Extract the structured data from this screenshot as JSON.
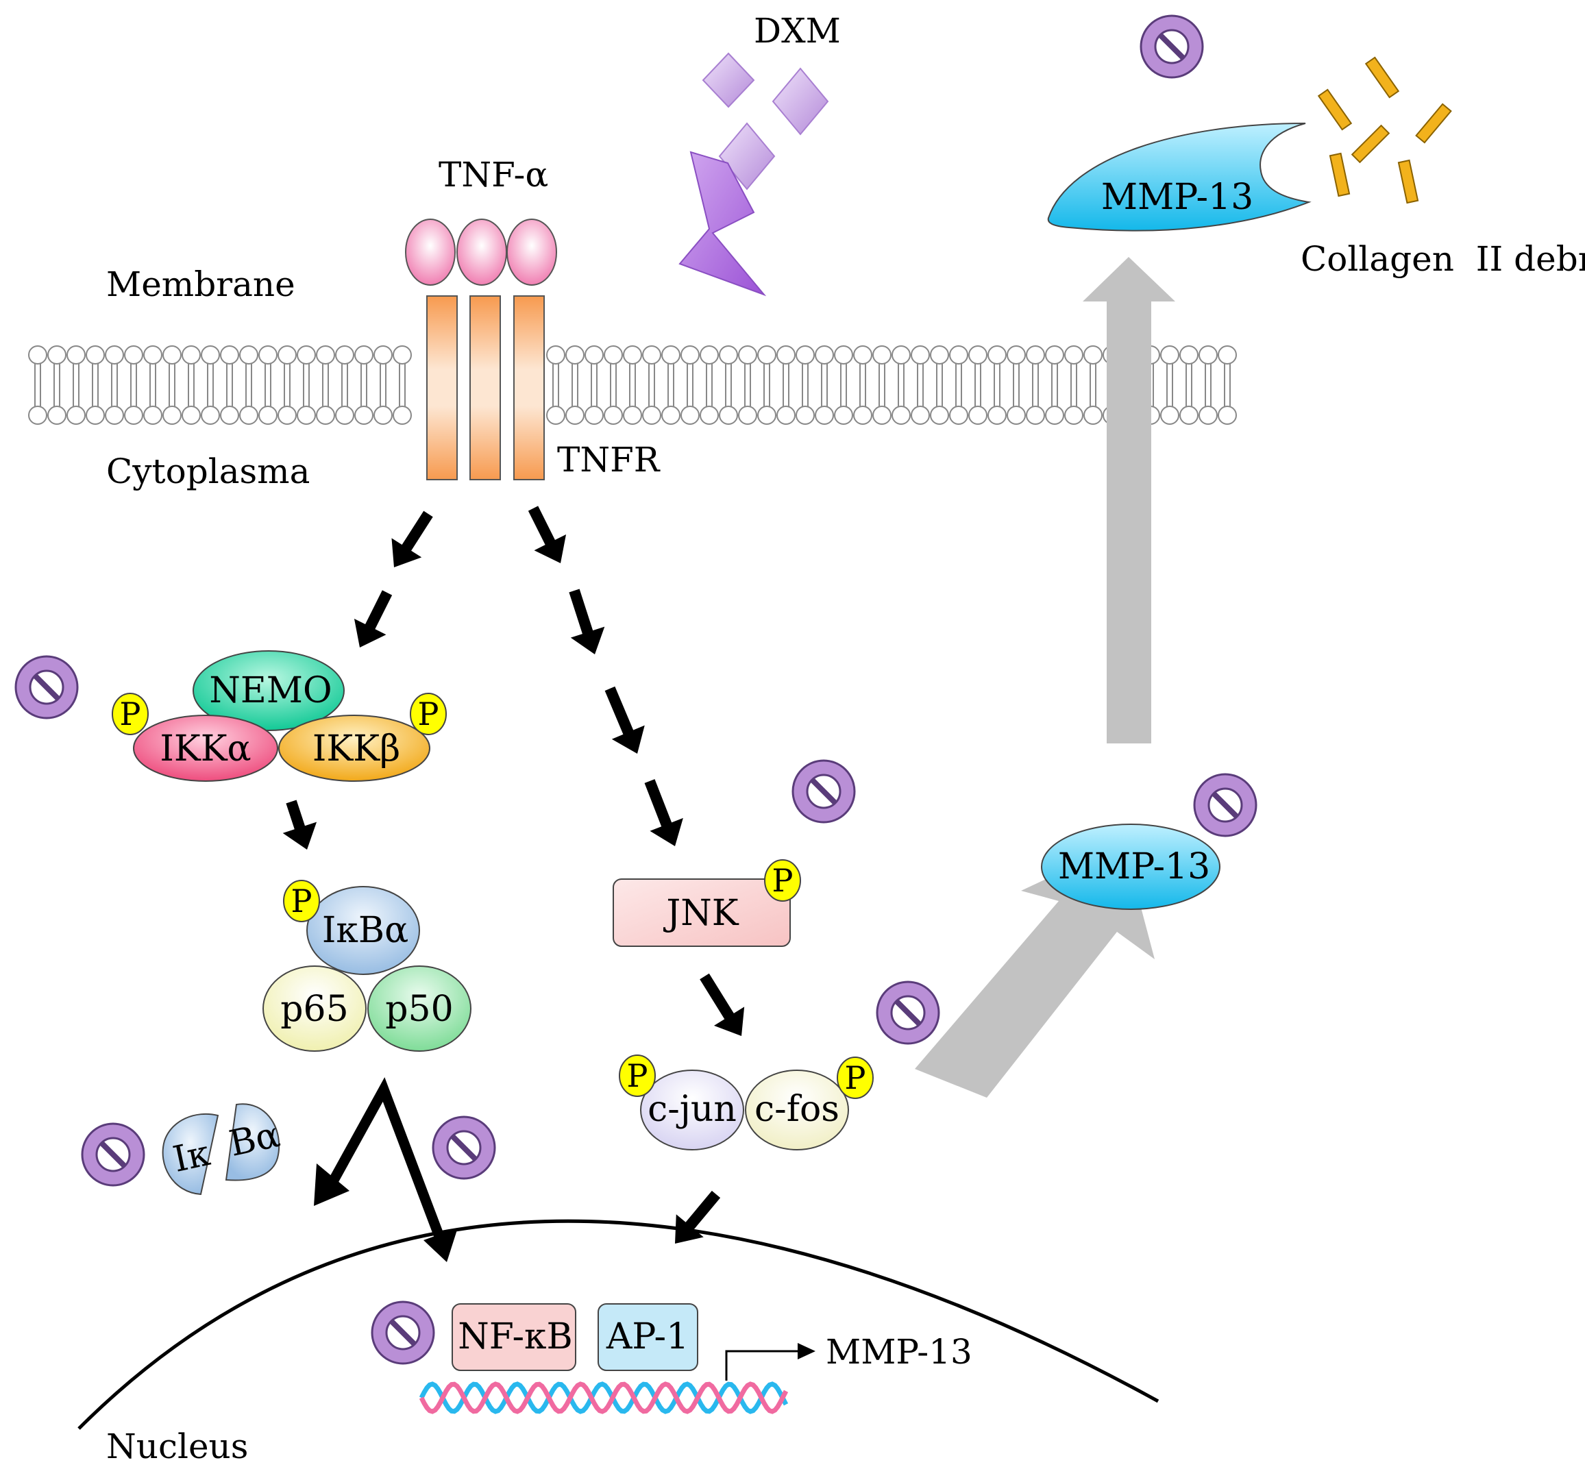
{
  "labels": {
    "dxm": "DXM",
    "tnf_alpha": "TNF-α",
    "membrane": "Membrane",
    "cytoplasma": "Cytoplasma",
    "tnfr": "TNFR",
    "collagen_debris": "Collagen  II debris",
    "nucleus": "Nucleus",
    "mmp13_target": "MMP-13"
  },
  "proteins": {
    "nemo": "NEMO",
    "ikk_alpha": "IKKα",
    "ikk_beta": "IKKβ",
    "ikb_alpha": "IκBα",
    "p65": "p65",
    "p50": "p50",
    "ik_fragment": "Iκ",
    "balpha_fragment": "Bα",
    "jnk": "JNK",
    "c_jun": "c-jun",
    "c_fos": "c-fos",
    "nf_kb": "NF-κB",
    "ap1": "AP-1",
    "mmp13_cyto": "MMP-13",
    "mmp13_ext": "MMP-13"
  },
  "phospho_label": "P",
  "colors": {
    "tnf_ligand": "#f5a3c7",
    "receptor": "#f7a05a",
    "dxm": "#c9a5e3",
    "inhibitor": "#b98fd6",
    "phospho": "#ffff00",
    "mmp13": "#2ec7f0",
    "collagen": "#f2b21c",
    "nemo": "#2ed6a8",
    "ikk_alpha": "#f0608a",
    "ikk_beta": "#f5b52e",
    "ikb": "#a9c7e6",
    "p65": "#f5f5c2",
    "p50": "#9fe8b0",
    "jnk": "#fbd7d7",
    "c_jun": "#e6e3f7",
    "c_fos": "#f8f6d8",
    "nfkb_box": "#f9d2d2",
    "ap1_box": "#c5e9f8",
    "dna_pink": "#f06aa0",
    "dna_blue": "#29b8ee",
    "grey_arrow": "#c2c2c2"
  },
  "icons": {
    "inhibitor": "prohibition-icon",
    "phospho": "phosphate-badge"
  }
}
